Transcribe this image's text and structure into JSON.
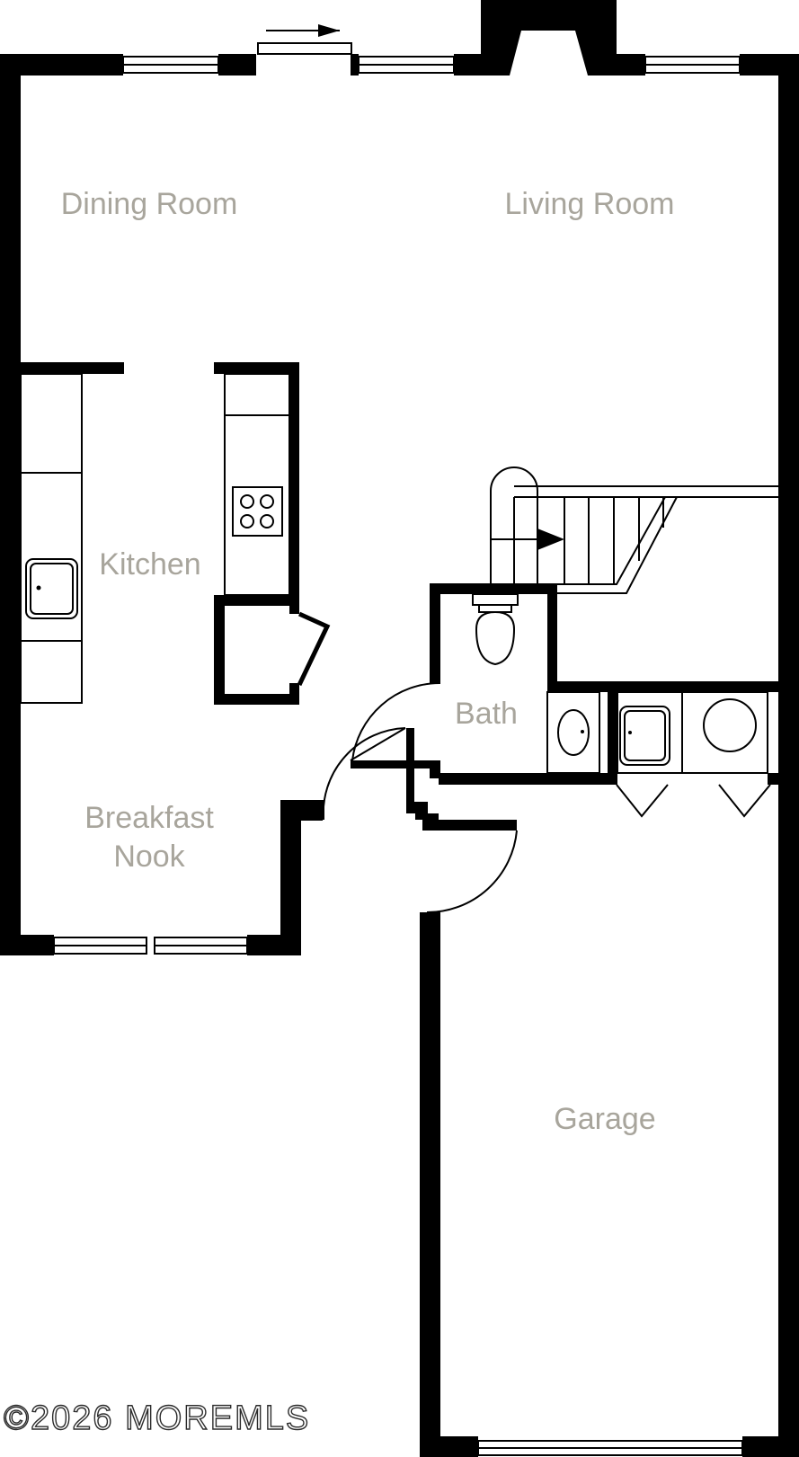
{
  "rooms": {
    "dining_room": "Dining Room",
    "living_room": "Living Room",
    "kitchen": "Kitchen",
    "bath": "Bath",
    "breakfast_nook_line1": "Breakfast",
    "breakfast_nook_line2": "Nook",
    "garage": "Garage"
  },
  "watermark": "©2026 MOREMLS",
  "colors": {
    "wall": "#000000",
    "label": "#a8a59c",
    "background": "#ffffff"
  }
}
